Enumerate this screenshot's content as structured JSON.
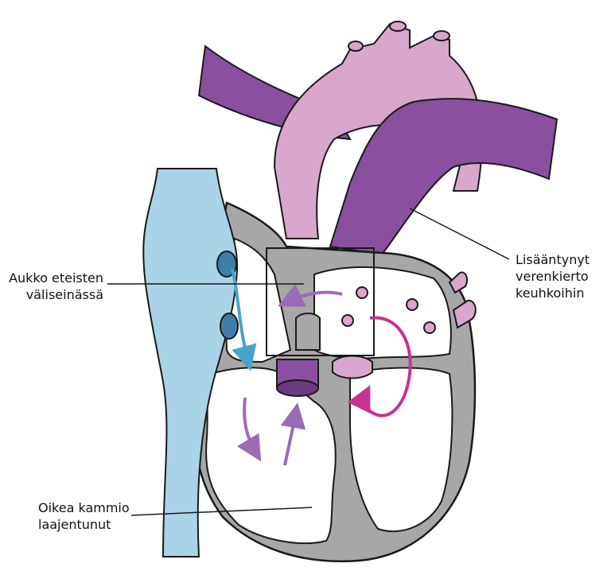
{
  "labels": {
    "septum_hole": {
      "line1": "Aukko eteisten",
      "line2": "väliseinässä"
    },
    "pulmonary_flow": {
      "line1": "Lisääntynyt",
      "line2": "verenkierto",
      "line3": "keuhkoihin"
    },
    "right_ventricle": {
      "line1": "Oikea kammio",
      "line2": "laajentunut"
    }
  },
  "colors": {
    "vena_cava": "#a9d3e6",
    "vena_cava_dark": "#6aaecb",
    "aorta": "#d9a6cc",
    "pulmonary_artery": "#8a4f9e",
    "heart_wall": "#a7a7a8",
    "arrow_blue": "#4aa3c8",
    "arrow_purple": "#9a6cb5",
    "arrow_magenta": "#c8338f",
    "outline": "#1a1a1a"
  }
}
